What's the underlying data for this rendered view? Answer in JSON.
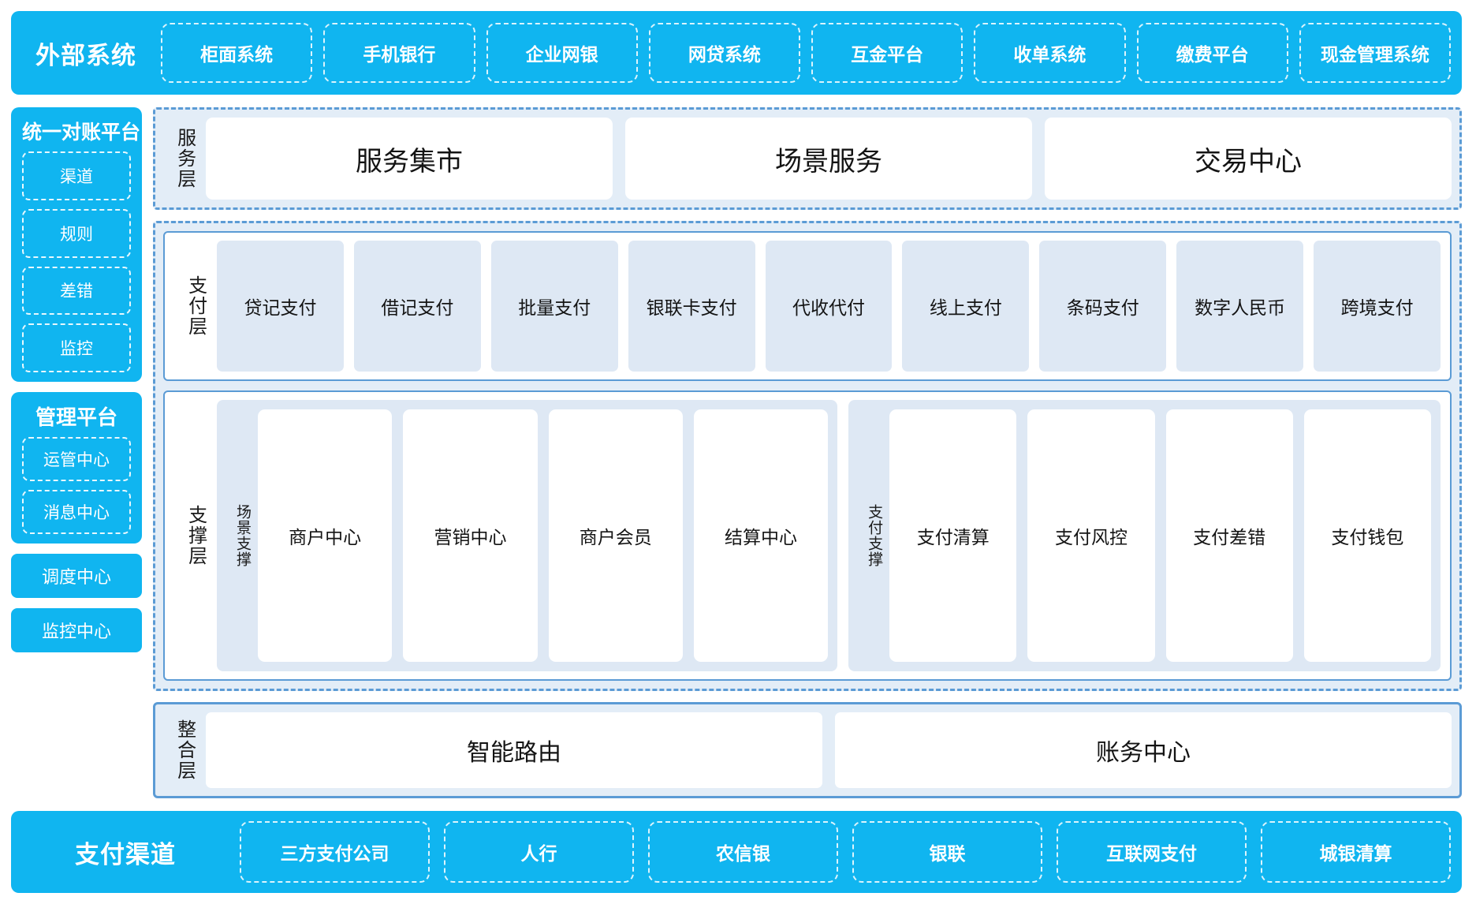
{
  "external": {
    "title": "外部系统",
    "items": [
      "柜面系统",
      "手机银行",
      "企业网银",
      "网贷系统",
      "互金平台",
      "收单系统",
      "缴费平台",
      "现金管理系统"
    ]
  },
  "sidebar": {
    "reconciliation": {
      "title": "统一对账平台",
      "items": [
        "渠道",
        "规则",
        "差错",
        "监控"
      ]
    },
    "management": {
      "title": "管理平台",
      "items": [
        "运管中心",
        "消息中心"
      ]
    },
    "blocks": [
      "调度中心",
      "监控中心"
    ]
  },
  "service_layer": {
    "label": "服务层",
    "cards": [
      "服务集市",
      "场景服务",
      "交易中心"
    ]
  },
  "payment_layer": {
    "label": "支付层",
    "cards": [
      "贷记支付",
      "借记支付",
      "批量支付",
      "银联卡支付",
      "代收代付",
      "线上支付",
      "条码支付",
      "数字人民币",
      "跨境支付"
    ]
  },
  "support_layer": {
    "label": "支撑层",
    "groups": [
      {
        "label": "场景支撑",
        "cards": [
          "商户中心",
          "营销中心",
          "商户会员",
          "结算中心"
        ]
      },
      {
        "label": "支付支撑",
        "cards": [
          "支付清算",
          "支付风控",
          "支付差错",
          "支付钱包"
        ]
      }
    ]
  },
  "integration_layer": {
    "label": "整合层",
    "cards": [
      "智能路由",
      "账务中心"
    ]
  },
  "channels": {
    "title": "支付渠道",
    "items": [
      "三方支付公司",
      "人行",
      "农信银",
      "银联",
      "互联网支付",
      "城银清算"
    ]
  },
  "colors": {
    "brand_cyan": "#10B5F0",
    "zone_border": "#5B9BD5",
    "zone_fill": "#E3EDF7",
    "card_blue": "#DEE8F4"
  }
}
